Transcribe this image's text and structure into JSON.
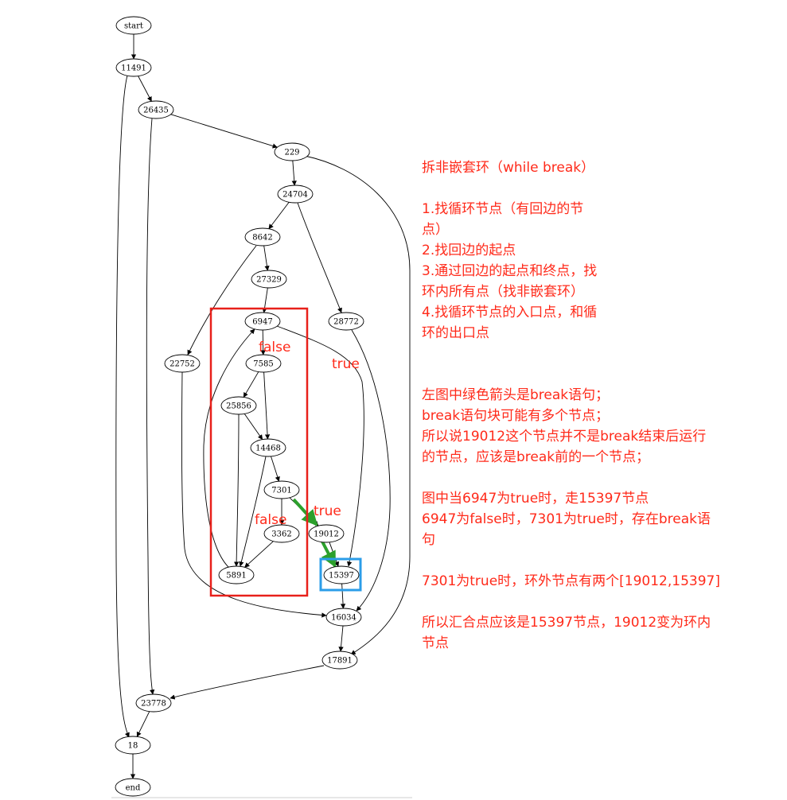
{
  "nodes": [
    {
      "id": "start",
      "label": "start"
    },
    {
      "id": "n11491",
      "label": "11491"
    },
    {
      "id": "n26435",
      "label": "26435"
    },
    {
      "id": "n229",
      "label": "229"
    },
    {
      "id": "n24704",
      "label": "24704"
    },
    {
      "id": "n8642",
      "label": "8642"
    },
    {
      "id": "n27329",
      "label": "27329"
    },
    {
      "id": "n6947",
      "label": "6947"
    },
    {
      "id": "n28772",
      "label": "28772"
    },
    {
      "id": "n22752",
      "label": "22752"
    },
    {
      "id": "n7585",
      "label": "7585"
    },
    {
      "id": "n25856",
      "label": "25856"
    },
    {
      "id": "n14468",
      "label": "14468"
    },
    {
      "id": "n7301",
      "label": "7301"
    },
    {
      "id": "n3362",
      "label": "3362"
    },
    {
      "id": "n19012",
      "label": "19012"
    },
    {
      "id": "n5891",
      "label": "5891"
    },
    {
      "id": "n15397",
      "label": "15397"
    },
    {
      "id": "n16034",
      "label": "16034"
    },
    {
      "id": "n17891",
      "label": "17891"
    },
    {
      "id": "n23778",
      "label": "23778"
    },
    {
      "id": "n18",
      "label": "18"
    },
    {
      "id": "end",
      "label": "end"
    }
  ],
  "edges": [
    {
      "from": "start",
      "to": "n11491"
    },
    {
      "from": "n11491",
      "to": "n26435"
    },
    {
      "from": "n11491",
      "to": "n18"
    },
    {
      "from": "n26435",
      "to": "n229"
    },
    {
      "from": "n26435",
      "to": "n23778"
    },
    {
      "from": "n229",
      "to": "n24704"
    },
    {
      "from": "n229",
      "to": "n17891"
    },
    {
      "from": "n24704",
      "to": "n8642"
    },
    {
      "from": "n24704",
      "to": "n28772"
    },
    {
      "from": "n8642",
      "to": "n27329"
    },
    {
      "from": "n8642",
      "to": "n22752"
    },
    {
      "from": "n27329",
      "to": "n6947"
    },
    {
      "from": "n6947",
      "to": "n7585"
    },
    {
      "from": "n6947",
      "to": "n15397"
    },
    {
      "from": "n7585",
      "to": "n25856"
    },
    {
      "from": "n7585",
      "to": "n14468"
    },
    {
      "from": "n25856",
      "to": "n14468"
    },
    {
      "from": "n25856",
      "to": "n5891"
    },
    {
      "from": "n14468",
      "to": "n7301"
    },
    {
      "from": "n14468",
      "to": "n5891"
    },
    {
      "from": "n7301",
      "to": "n3362"
    },
    {
      "from": "n7301",
      "to": "n19012"
    },
    {
      "from": "n3362",
      "to": "n5891"
    },
    {
      "from": "n5891",
      "to": "n6947"
    },
    {
      "from": "n19012",
      "to": "n15397"
    },
    {
      "from": "n15397",
      "to": "n16034"
    },
    {
      "from": "n28772",
      "to": "n16034"
    },
    {
      "from": "n22752",
      "to": "n16034"
    },
    {
      "from": "n16034",
      "to": "n17891"
    },
    {
      "from": "n17891",
      "to": "n23778"
    },
    {
      "from": "n23778",
      "to": "n18"
    },
    {
      "from": "n18",
      "to": "end"
    }
  ],
  "highlight": {
    "break_edge": {
      "from": "n7301",
      "to": "n19012",
      "color": "#2ca02c"
    },
    "break_edge_2": {
      "from": "n19012",
      "to": "n15397",
      "color": "#2ca02c"
    },
    "loop_box_color": "#e8201a",
    "exit_box_color": "#2b9de8"
  },
  "edge_labels": {
    "false_top": "false",
    "true_right": "true",
    "true_break": "true",
    "false_bottom": "false"
  },
  "notes": [
    "拆非嵌套环（while break）",
    "",
    "1.找循环节点（有回边的节",
    "点）",
    "2.找回边的起点",
    "3.通过回边的起点和终点，找",
    "环内所有点（找非嵌套环）",
    "4.找循环节点的入口点，和循",
    "环的出口点",
    "",
    "",
    "左图中绿色箭头是break语句；",
    "break语句块可能有多个节点；",
    "所以说19012这个节点并不是break结束后运行",
    "的节点，应该是break前的一个节点；",
    "",
    "图中当6947为true时，走15397节点",
    "6947为false时，7301为true时，存在break语",
    "句",
    "",
    "7301为true时，环外节点有两个[19012,15397]",
    "",
    "所以汇合点应该是15397节点，19012变为环内",
    "节点"
  ]
}
